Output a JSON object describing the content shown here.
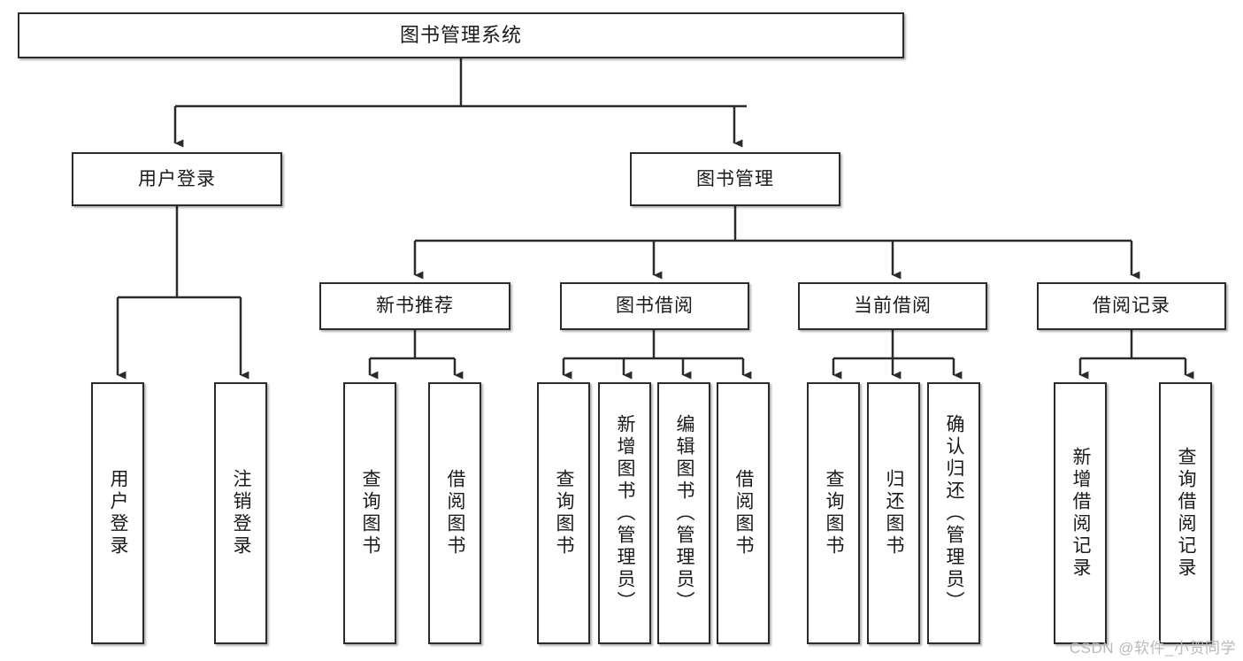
{
  "diagram": {
    "type": "tree-hierarchy-chart",
    "title": "图书管理系统",
    "stroke_color": "#2b2b2b",
    "fill_color": "#ffffff",
    "text_color": "#1a1a1a",
    "watermark": "CSDN @软件_小贺同学",
    "levels": 3,
    "nodes": [
      {
        "id": "root",
        "label": "图书管理系统",
        "level": 0,
        "orientation": "horizontal",
        "parent": null
      },
      {
        "id": "user-login",
        "label": "用户登录",
        "level": 1,
        "orientation": "horizontal",
        "parent": "root"
      },
      {
        "id": "book-manage",
        "label": "图书管理",
        "level": 1,
        "orientation": "horizontal",
        "parent": "root"
      },
      {
        "id": "new-book-rec",
        "label": "新书推荐",
        "level": 2,
        "orientation": "horizontal",
        "parent": "book-manage"
      },
      {
        "id": "book-borrow",
        "label": "图书借阅",
        "level": 2,
        "orientation": "horizontal",
        "parent": "book-manage"
      },
      {
        "id": "current-borrow",
        "label": "当前借阅",
        "level": 2,
        "orientation": "horizontal",
        "parent": "book-manage"
      },
      {
        "id": "borrow-record",
        "label": "借阅记录",
        "level": 2,
        "orientation": "horizontal",
        "parent": "book-manage"
      },
      {
        "id": "leaf-1",
        "label": "用户登录",
        "level": 3,
        "orientation": "vertical",
        "parent": "user-login"
      },
      {
        "id": "leaf-2",
        "label": "注销登录",
        "level": 3,
        "orientation": "vertical",
        "parent": "user-login"
      },
      {
        "id": "leaf-3",
        "label": "查询图书",
        "level": 3,
        "orientation": "vertical",
        "parent": "new-book-rec"
      },
      {
        "id": "leaf-4",
        "label": "借阅图书",
        "level": 3,
        "orientation": "vertical",
        "parent": "new-book-rec"
      },
      {
        "id": "leaf-5",
        "label": "查询图书",
        "level": 3,
        "orientation": "vertical",
        "parent": "book-borrow"
      },
      {
        "id": "leaf-6",
        "label": "新增图书（管理员）",
        "level": 3,
        "orientation": "vertical",
        "parent": "book-borrow"
      },
      {
        "id": "leaf-7",
        "label": "编辑图书（管理员）",
        "level": 3,
        "orientation": "vertical",
        "parent": "book-borrow"
      },
      {
        "id": "leaf-8",
        "label": "借阅图书",
        "level": 3,
        "orientation": "vertical",
        "parent": "book-borrow"
      },
      {
        "id": "leaf-9",
        "label": "查询图书",
        "level": 3,
        "orientation": "vertical",
        "parent": "current-borrow"
      },
      {
        "id": "leaf-10",
        "label": "归还图书",
        "level": 3,
        "orientation": "vertical",
        "parent": "current-borrow"
      },
      {
        "id": "leaf-11",
        "label": "确认归还（管理员）",
        "level": 3,
        "orientation": "vertical",
        "parent": "current-borrow"
      },
      {
        "id": "leaf-12",
        "label": "新增借阅记录",
        "level": 3,
        "orientation": "vertical",
        "parent": "borrow-record"
      },
      {
        "id": "leaf-13",
        "label": "查询借阅记录",
        "level": 3,
        "orientation": "vertical",
        "parent": "borrow-record"
      }
    ]
  }
}
